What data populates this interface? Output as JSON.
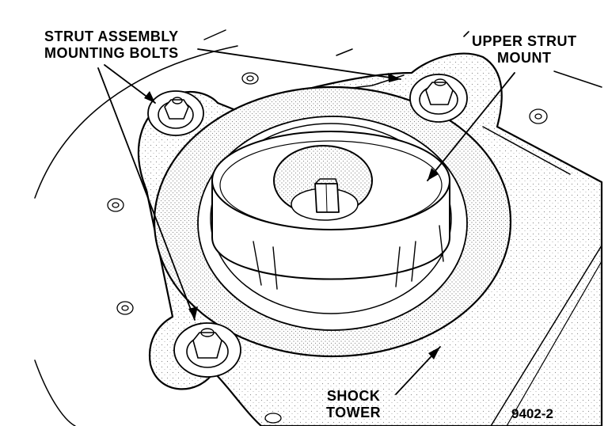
{
  "labels": {
    "strut_bolts": [
      "STRUT ASSEMBLY",
      "MOUNTING BOLTS"
    ],
    "upper_mount": [
      "UPPER STRUT",
      "MOUNT"
    ],
    "shock_tower": [
      "SHOCK",
      "TOWER"
    ],
    "figure_number": "9402-2"
  },
  "colors": {
    "ink": "#000000",
    "stipple": "#9a9a9a",
    "paper": "#ffffff"
  }
}
